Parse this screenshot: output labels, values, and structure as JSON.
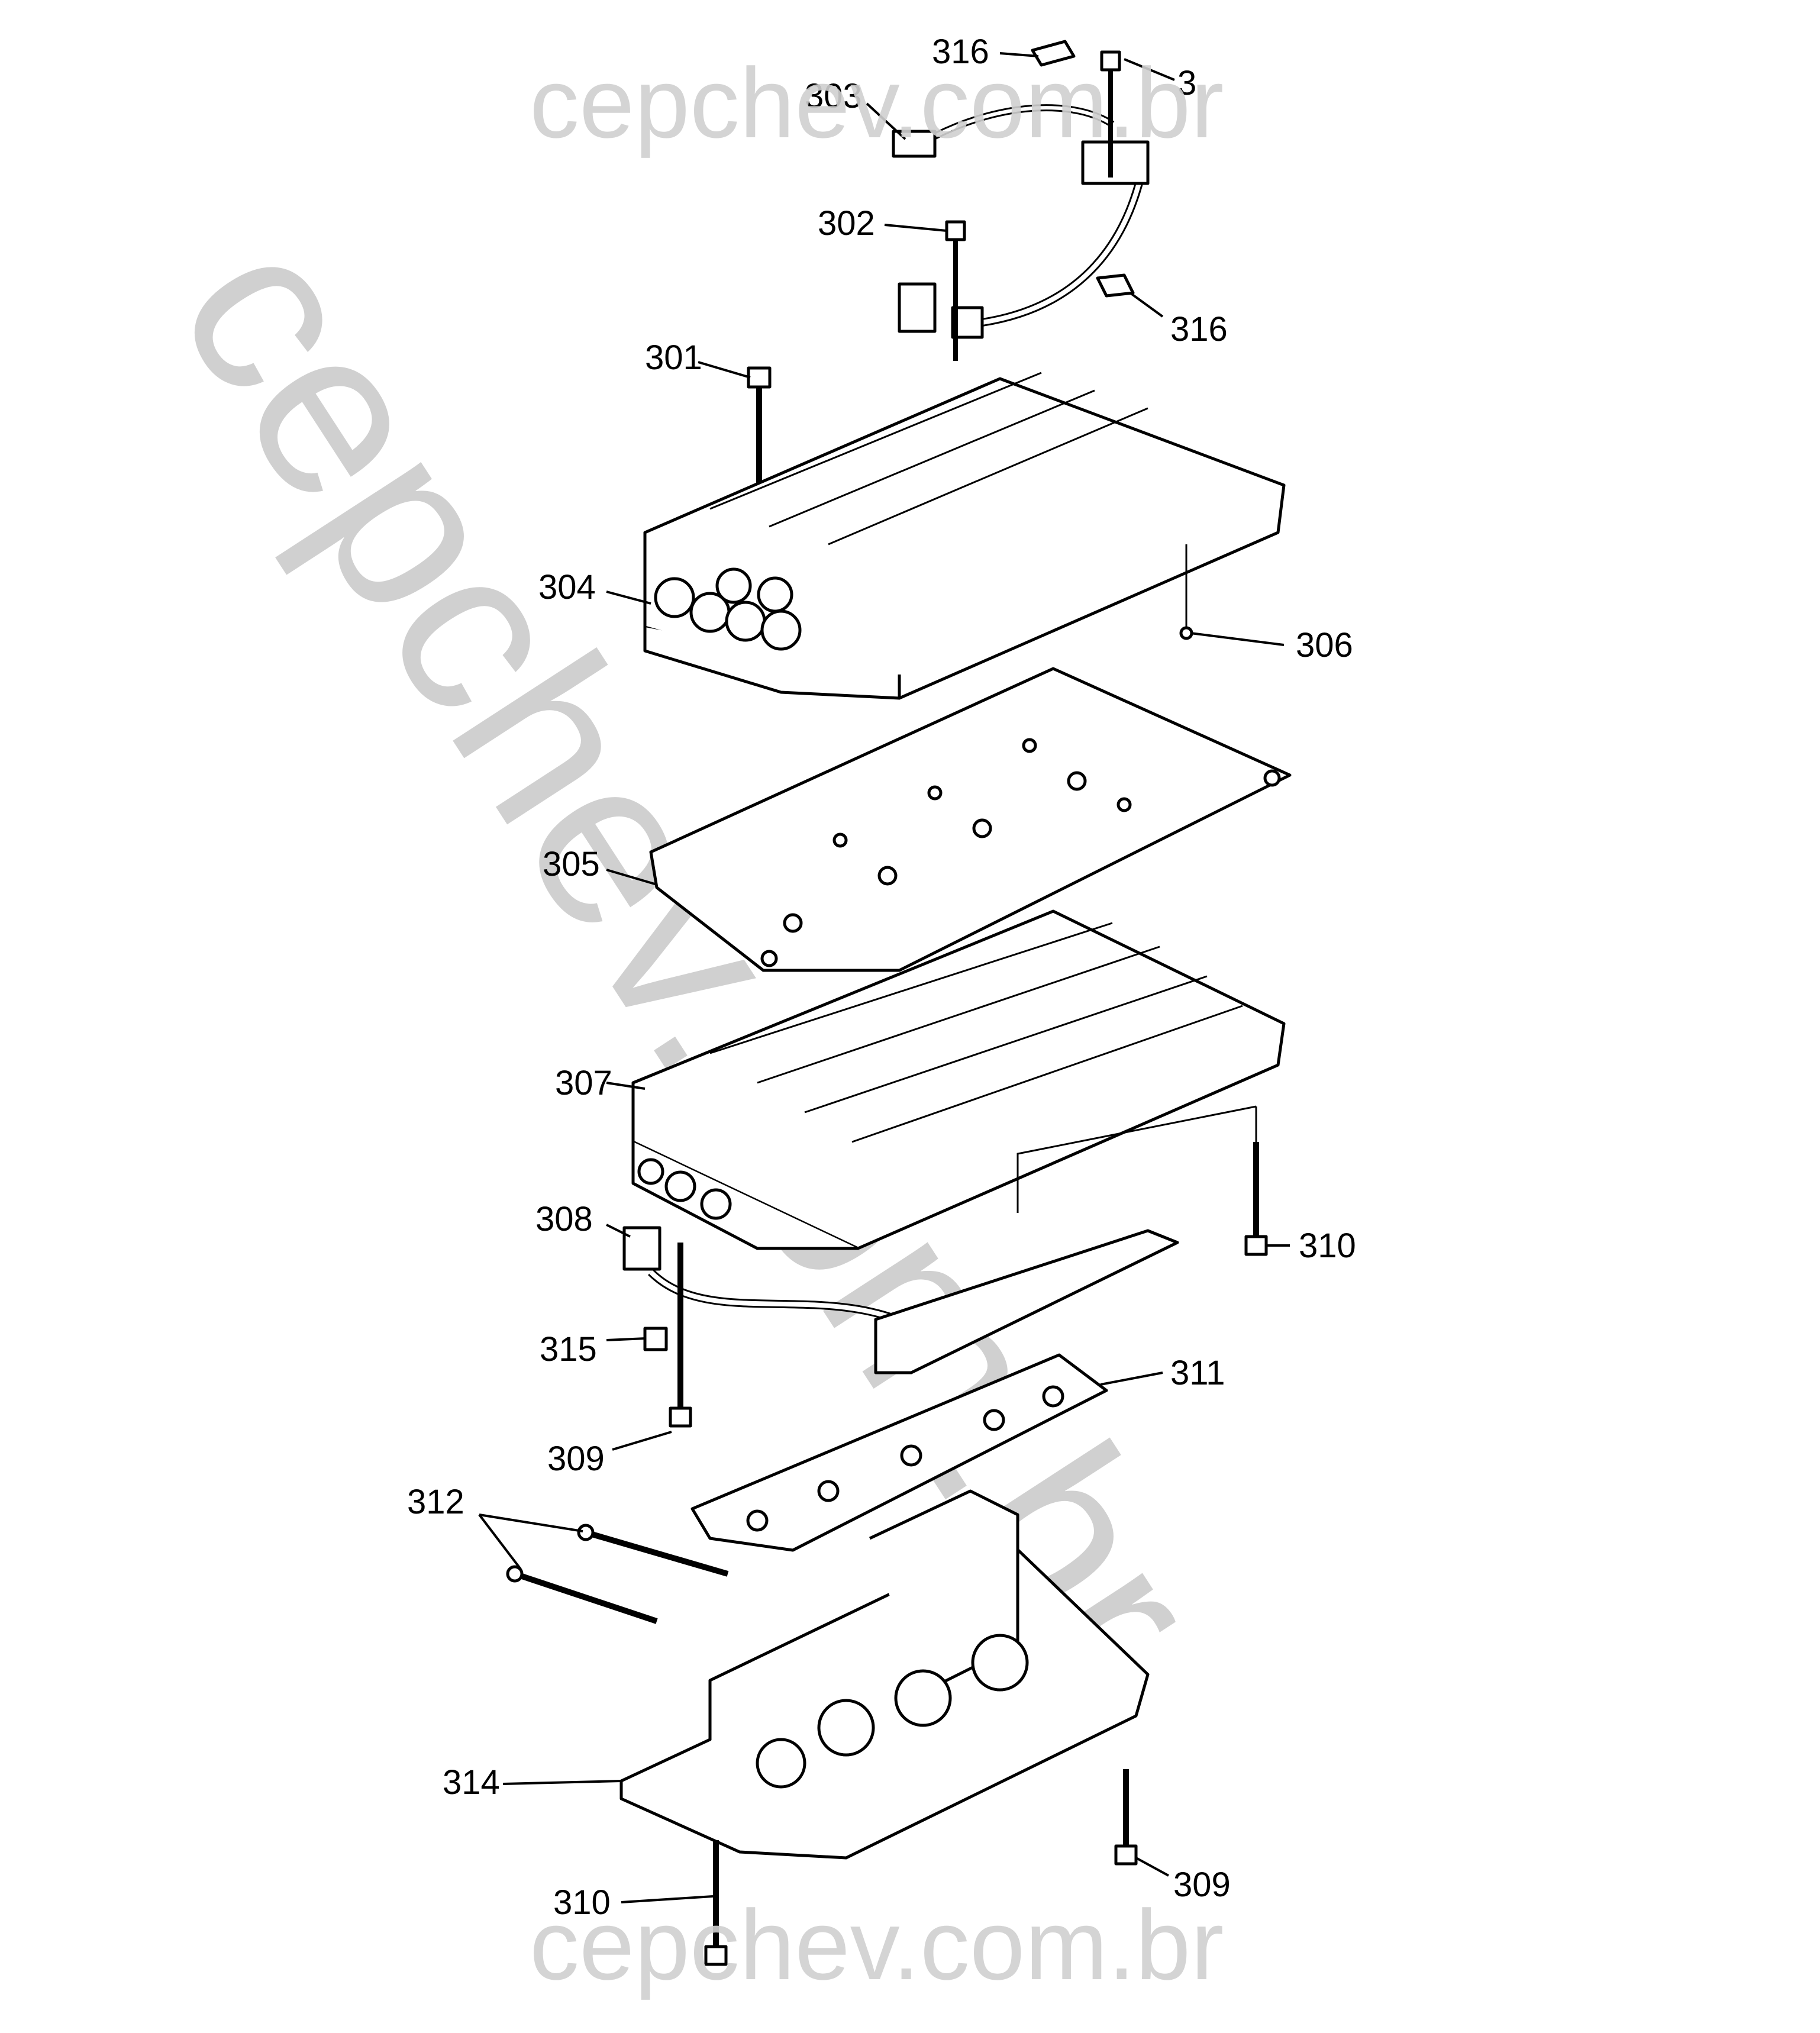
{
  "watermark": {
    "top": "cepchev.com.br",
    "diagonal": "cepchev.com.br",
    "bottom": "cepchev.com.br"
  },
  "callouts": {
    "c316_top": "316",
    "c303": "303",
    "c3_clipped": "3",
    "c302": "302",
    "c316_right": "316",
    "c301": "301",
    "c304": "304",
    "c306": "306",
    "c305": "305",
    "c307": "307",
    "c310_right": "310",
    "c308": "308",
    "c315": "315",
    "c311": "311",
    "c309_left": "309",
    "c312": "312",
    "c314": "314",
    "c309_right": "309",
    "c310_bottom": "310"
  }
}
